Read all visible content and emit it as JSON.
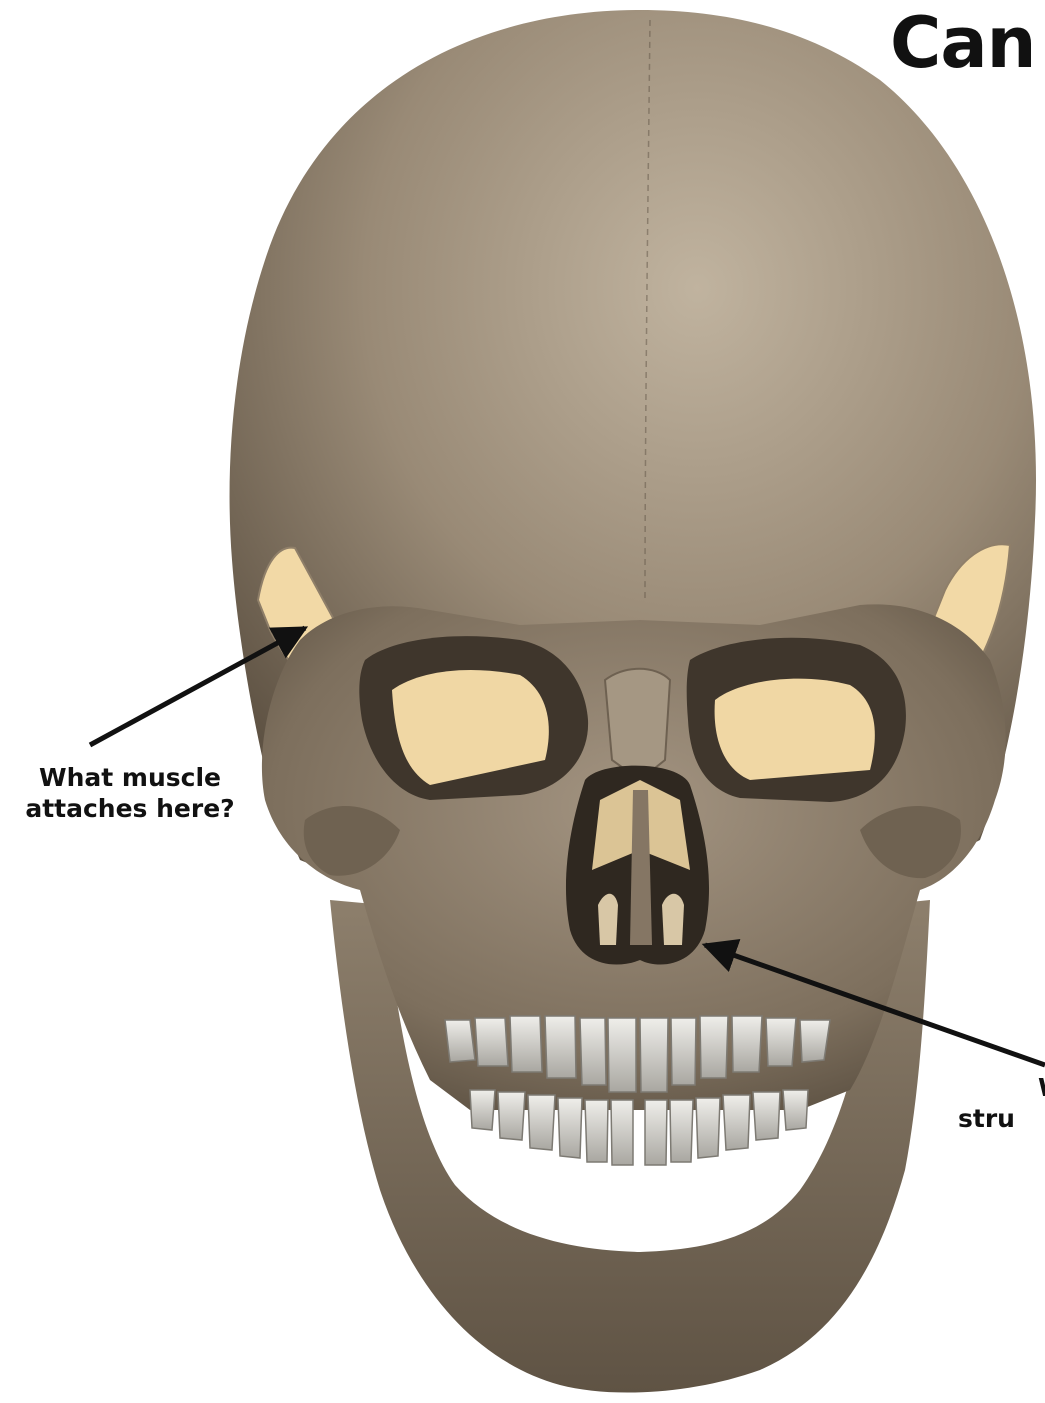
{
  "title": "Can",
  "questions": [
    {
      "line1": "What muscle",
      "line2": "attaches here?"
    },
    {
      "line1": "W",
      "line2": "stru"
    }
  ],
  "colors": {
    "bone": "#8a7b69",
    "bone_light": "#b6a995",
    "bone_dark": "#5b4f41",
    "highlight": "#f2d9a6",
    "teeth": "#d9d7d0",
    "arrow": "#111111"
  }
}
